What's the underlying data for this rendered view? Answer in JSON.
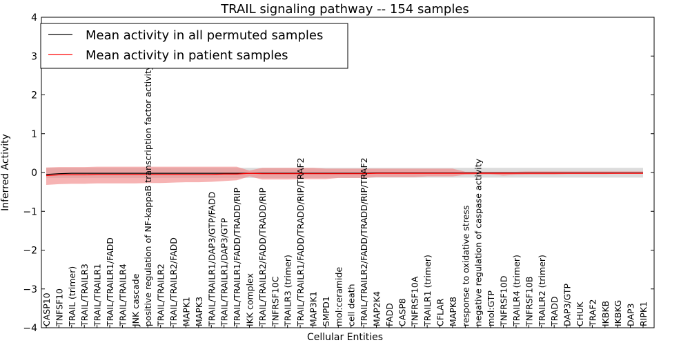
{
  "chart_data": {
    "type": "line",
    "title": "TRAIL signaling pathway -- 154 samples",
    "xlabel": "Cellular Entities",
    "ylabel": "Inferred Activity",
    "ylim": [
      -4,
      4
    ],
    "yticks": [
      "−4",
      "−3",
      "−2",
      "−1",
      "0",
      "1",
      "2",
      "3",
      "4"
    ],
    "legend_position": "top-left",
    "colors": {
      "permuted": "#000000",
      "patient": "#ff0000",
      "patient_band": "#f08080",
      "permuted_band": "#c0c0c0"
    },
    "categories": [
      "CASP10",
      "TNFSF10",
      "TRAIL (trimer)",
      "TRAIL/TRAILR3",
      "TRAIL/TRAILR1",
      "TRAIL/TRAILR1/FADD",
      "TRAIL/TRAILR4",
      "JNK cascade",
      "positive regulation of NF-kappaB transcription factor activity",
      "TRAIL/TRAILR2",
      "TRAIL/TRAILR2/FADD",
      "MAPK1",
      "MAPK3",
      "TRAIL/TRAILR1/DAP3/GTP/FADD",
      "TRAIL/TRAILR1/DAP3/GTP",
      "TRAIL/TRAILR1/FADD/TRADD/RIP",
      "IKK complex",
      "TRAIL/TRAILR2/FADD/TRADD/RIP",
      "TNFRSF10C",
      "TRAILR3 (trimer)",
      "TRAIL/TRAILR1/FADD/TRADD/RIP/TRAF2",
      "MAP3K1",
      "SMPD1",
      "mol:ceramide",
      "cell death",
      "TRAIL/TRAILR2/FADD/TRADD/RIP/TRAF2",
      "MAP2K4",
      "FADD",
      "CASP8",
      "TNFRSF10A",
      "TRAILR1 (trimer)",
      "CFLAR",
      "MAPK8",
      "response to oxidative stress",
      "negative regulation of caspase activity",
      "mol:GTP",
      "TNFRSF10D",
      "TRAILR4 (trimer)",
      "TNFRSF10B",
      "TRAILR2 (trimer)",
      "TRADD",
      "DAP3/GTP",
      "CHUK",
      "TRAF2",
      "IKBKB",
      "IKBKG",
      "DAP3",
      "RIPK1"
    ],
    "series": [
      {
        "name": "Mean activity in all permuted samples",
        "values": [
          -0.05,
          -0.03,
          -0.02,
          -0.02,
          -0.02,
          -0.02,
          -0.02,
          -0.02,
          -0.02,
          -0.02,
          -0.02,
          -0.02,
          -0.02,
          -0.02,
          -0.02,
          -0.02,
          -0.02,
          -0.02,
          -0.02,
          -0.02,
          -0.02,
          -0.02,
          -0.02,
          -0.02,
          -0.02,
          -0.02,
          -0.01,
          -0.01,
          -0.01,
          -0.01,
          -0.01,
          -0.01,
          -0.01,
          -0.01,
          -0.01,
          -0.01,
          -0.01,
          -0.01,
          -0.01,
          -0.01,
          -0.01,
          -0.01,
          -0.01,
          -0.01,
          -0.01,
          -0.01,
          -0.01,
          -0.01
        ],
        "lower": [
          -0.14,
          -0.14,
          -0.14,
          -0.14,
          -0.14,
          -0.14,
          -0.14,
          -0.14,
          -0.14,
          -0.14,
          -0.14,
          -0.14,
          -0.14,
          -0.14,
          -0.14,
          -0.14,
          -0.14,
          -0.14,
          -0.14,
          -0.14,
          -0.14,
          -0.14,
          -0.14,
          -0.14,
          -0.14,
          -0.14,
          -0.13,
          -0.13,
          -0.13,
          -0.13,
          -0.13,
          -0.13,
          -0.13,
          -0.13,
          -0.13,
          -0.13,
          -0.13,
          -0.13,
          -0.13,
          -0.13,
          -0.13,
          -0.13,
          -0.13,
          -0.13,
          -0.13,
          -0.13,
          -0.13,
          -0.13
        ],
        "upper": [
          0.12,
          0.12,
          0.12,
          0.12,
          0.12,
          0.12,
          0.12,
          0.12,
          0.12,
          0.12,
          0.12,
          0.12,
          0.12,
          0.12,
          0.12,
          0.12,
          0.12,
          0.12,
          0.12,
          0.12,
          0.12,
          0.12,
          0.12,
          0.12,
          0.12,
          0.12,
          0.12,
          0.12,
          0.12,
          0.12,
          0.12,
          0.12,
          0.12,
          0.12,
          0.12,
          0.12,
          0.12,
          0.12,
          0.12,
          0.12,
          0.12,
          0.12,
          0.12,
          0.12,
          0.12,
          0.12,
          0.12,
          0.12
        ]
      },
      {
        "name": "Mean activity in patient samples",
        "values": [
          -0.08,
          -0.06,
          -0.06,
          -0.06,
          -0.05,
          -0.05,
          -0.05,
          -0.05,
          -0.05,
          -0.05,
          -0.05,
          -0.05,
          -0.05,
          -0.05,
          -0.04,
          -0.04,
          -0.02,
          -0.03,
          -0.03,
          -0.03,
          -0.03,
          -0.03,
          -0.03,
          -0.03,
          -0.03,
          -0.03,
          -0.02,
          -0.02,
          -0.02,
          -0.02,
          -0.02,
          -0.02,
          -0.02,
          -0.02,
          -0.02,
          -0.02,
          -0.02,
          -0.02,
          -0.02,
          -0.02,
          -0.02,
          -0.02,
          -0.02,
          -0.02,
          -0.02,
          -0.02,
          -0.02,
          -0.02
        ],
        "lower": [
          -0.32,
          -0.3,
          -0.29,
          -0.29,
          -0.28,
          -0.28,
          -0.28,
          -0.28,
          -0.27,
          -0.27,
          -0.26,
          -0.25,
          -0.25,
          -0.24,
          -0.22,
          -0.2,
          -0.1,
          -0.18,
          -0.18,
          -0.18,
          -0.17,
          -0.17,
          -0.17,
          -0.14,
          -0.14,
          -0.14,
          -0.12,
          -0.12,
          -0.12,
          -0.12,
          -0.1,
          -0.1,
          -0.1,
          -0.06,
          -0.05,
          -0.05,
          -0.08,
          -0.06,
          -0.05,
          -0.05,
          -0.05,
          -0.04,
          -0.04,
          -0.04,
          -0.04,
          -0.03,
          -0.03,
          -0.03
        ],
        "upper": [
          0.13,
          0.14,
          0.14,
          0.14,
          0.15,
          0.15,
          0.15,
          0.15,
          0.15,
          0.15,
          0.15,
          0.15,
          0.15,
          0.15,
          0.15,
          0.15,
          0.05,
          0.12,
          0.12,
          0.12,
          0.12,
          0.12,
          0.1,
          0.1,
          0.1,
          0.1,
          0.1,
          0.1,
          0.1,
          0.1,
          0.1,
          0.1,
          0.1,
          0.02,
          0.02,
          0.02,
          0.02,
          0.02,
          0.03,
          0.03,
          0.03,
          0.03,
          0.03,
          0.03,
          0.03,
          0.03,
          0.03,
          0.03
        ]
      }
    ]
  }
}
